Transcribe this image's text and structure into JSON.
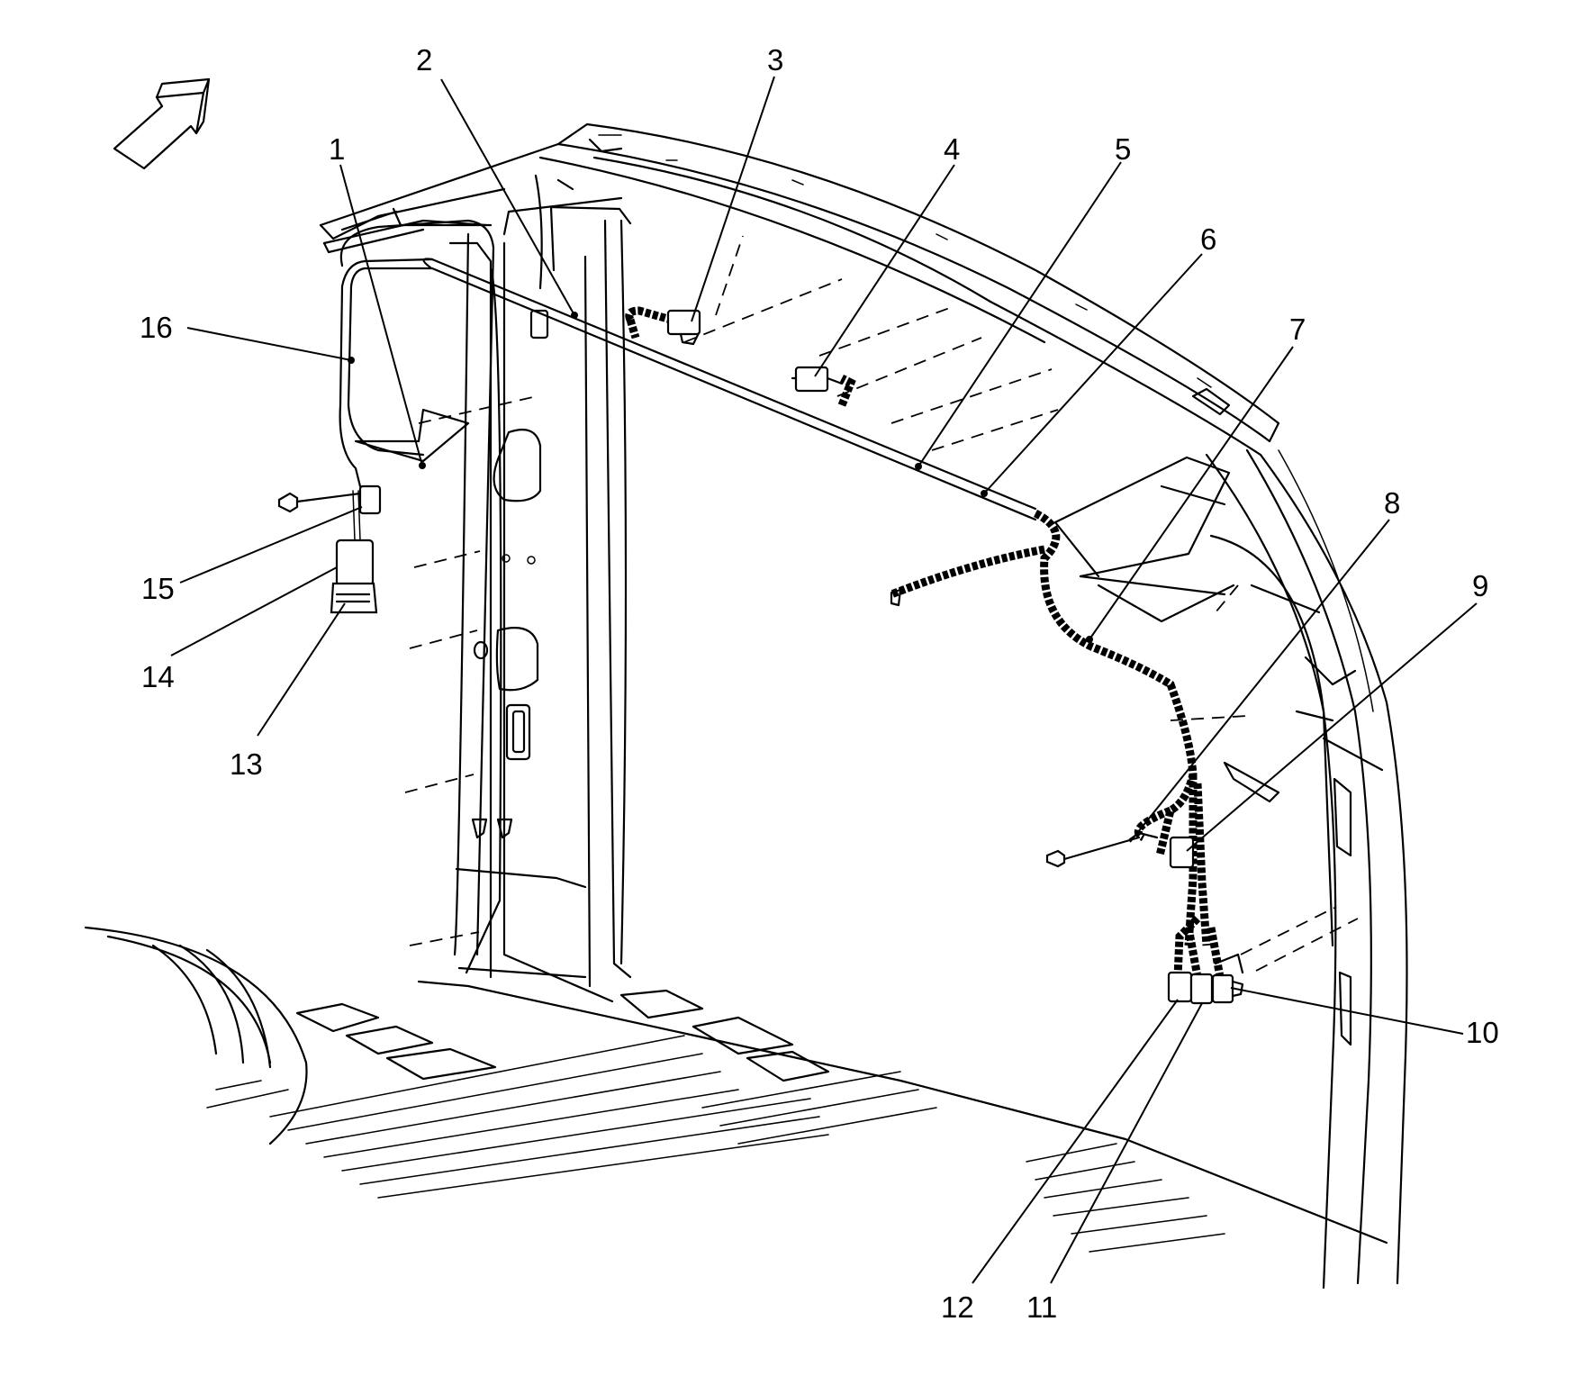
{
  "callouts": [
    {
      "label": "1"
    },
    {
      "label": "2"
    },
    {
      "label": "3"
    },
    {
      "label": "4"
    },
    {
      "label": "5"
    },
    {
      "label": "6"
    },
    {
      "label": "7"
    },
    {
      "label": "8"
    },
    {
      "label": "9"
    },
    {
      "label": "10"
    },
    {
      "label": "11"
    },
    {
      "label": "12"
    },
    {
      "label": "13"
    },
    {
      "label": "14"
    },
    {
      "label": "15"
    },
    {
      "label": "16"
    }
  ],
  "icons": {
    "direction_arrow": "front-direction-arrow-icon"
  }
}
